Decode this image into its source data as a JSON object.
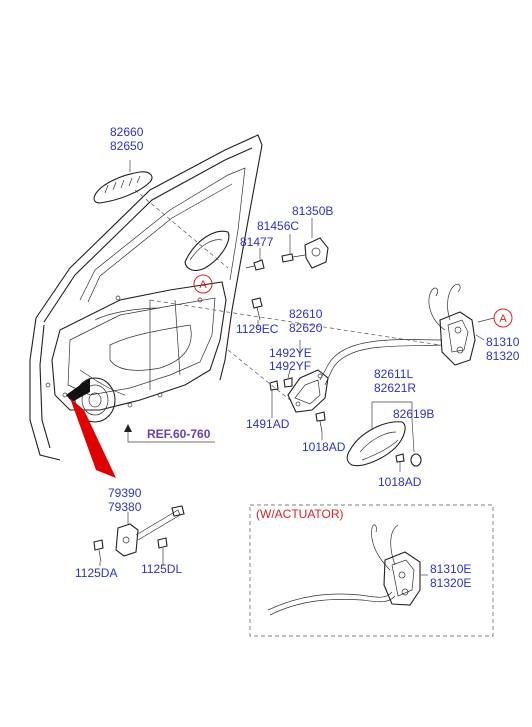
{
  "labels": {
    "p82660": "82660",
    "p82650": "82650",
    "p81350B": "81350B",
    "p81456C": "81456C",
    "p81477": "81477",
    "p1129EC": "1129EC",
    "p82610": "82610",
    "p82620": "82620",
    "p1492YE": "1492YE",
    "p1492YF": "1492YF",
    "p1491AD": "1491AD",
    "p1018AD_a": "1018AD",
    "p82611L": "82611L",
    "p82621R": "82621R",
    "p82619B": "82619B",
    "p1018AD_b": "1018AD",
    "p81310": "81310",
    "p81320": "81320",
    "p79390": "79390",
    "p79380": "79380",
    "p1125DA": "1125DA",
    "p1125DL": "1125DL",
    "p81310E": "81310E",
    "p81320E": "81320E",
    "ref": "REF.60-760",
    "callout_a1": "A",
    "callout_a2": "A",
    "actuator_title": "(W/ACTUATOR)"
  },
  "colors": {
    "label": "#2b33c9",
    "ref": "#6a3fb5",
    "callout": "#e02020",
    "arrow": "#e00000"
  }
}
